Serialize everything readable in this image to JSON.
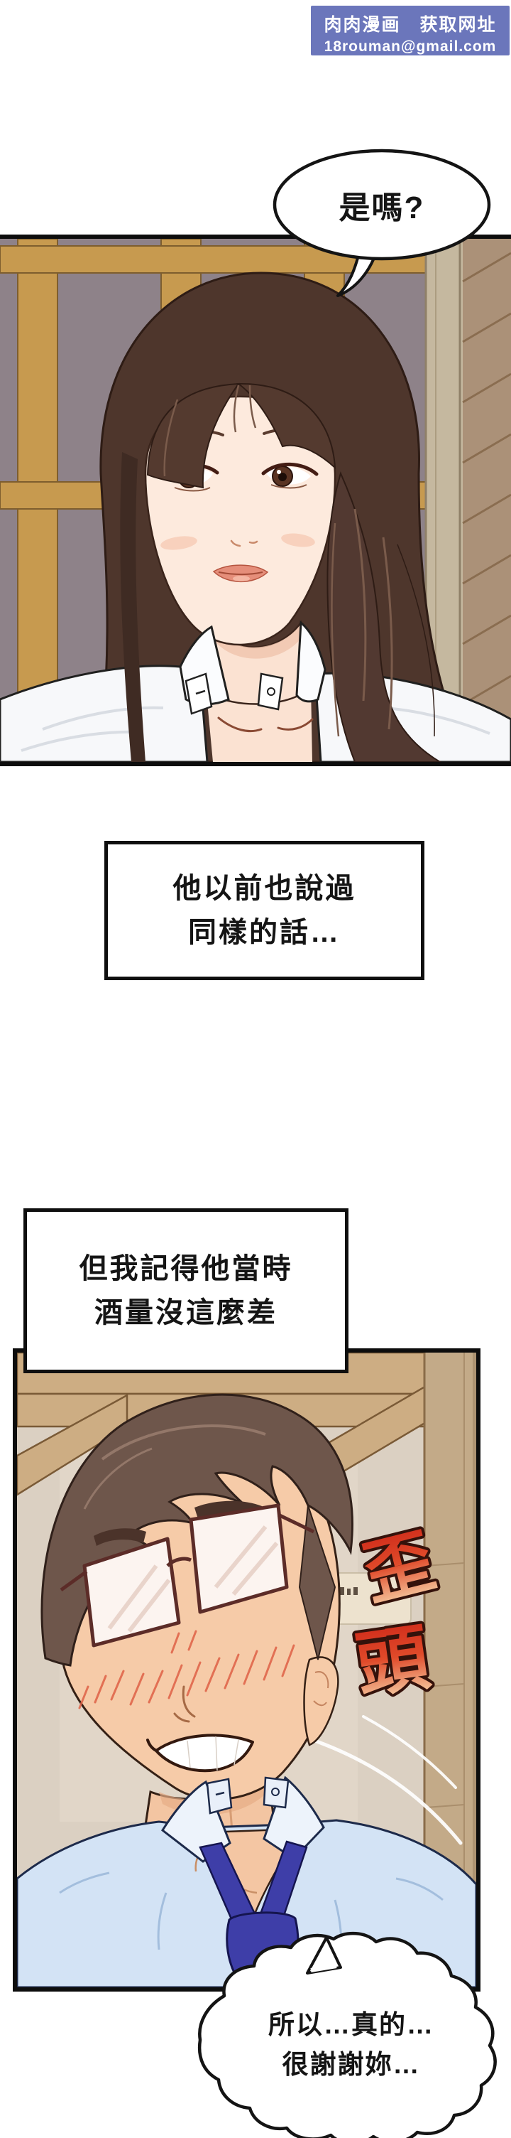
{
  "watermark": {
    "line1": "肉肉漫画　获取网址",
    "line2": "18rouman@gmail.com",
    "bg_color": "#6b76bb",
    "text_color": "#ffffff"
  },
  "speech": {
    "top_bubble": {
      "text": "是嗎?"
    },
    "bottom_bubble": {
      "line1": "所以…真的…",
      "line2": "很謝謝妳…"
    }
  },
  "narration": {
    "box1": {
      "line1": "他以前也說過",
      "line2": "同樣的話…"
    },
    "box2": {
      "line1": "但我記得他當時",
      "line2": "酒量沒這麼差"
    }
  },
  "sfx": {
    "vertical_text": "歪頭",
    "char1": "歪",
    "char2": "頭",
    "color_top": "#cf2b1a",
    "color_bottom": "#f8d9ae"
  },
  "palette": {
    "wall_gray": "#8e8289",
    "lattice_gold": "#c79a4f",
    "room_beige": "#dbd0c2",
    "shirt_blue": "#d3e3f5",
    "tie_blue": "#3e3ea8",
    "panel_border": "#0d0d0d"
  }
}
